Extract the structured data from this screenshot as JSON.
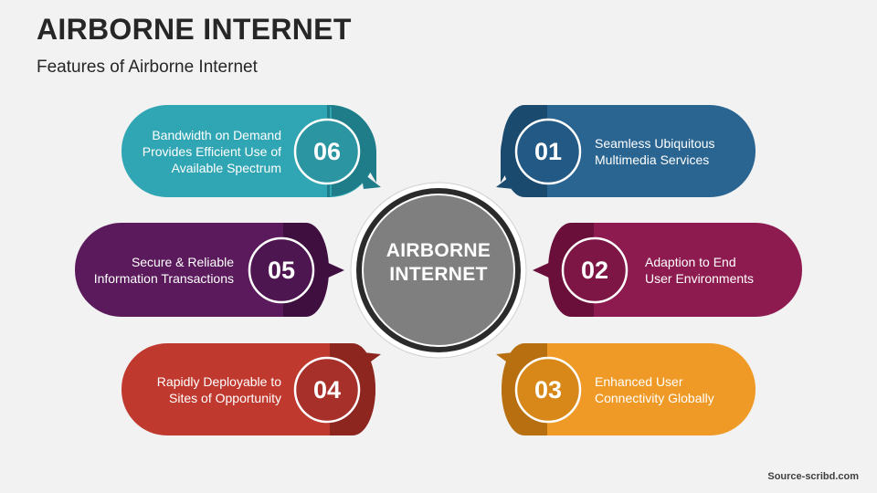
{
  "header": {
    "title": "AIRBORNE INTERNET",
    "subtitle": "Features of Airborne Internet"
  },
  "center": {
    "line1": "AIRBORNE",
    "line2": "INTERNET",
    "color": "#7f7f7f"
  },
  "features": [
    {
      "number": "01",
      "line1": "Seamless Ubiquitous",
      "line2": "Multimedia Services",
      "color": "#2a6592"
    },
    {
      "number": "02",
      "line1": "Adaption to End",
      "line2": "User Environments",
      "color": "#8e1b50"
    },
    {
      "number": "03",
      "line1": "Enhanced User",
      "line2": "Connectivity Globally",
      "color": "#ef9a26"
    },
    {
      "number": "04",
      "line1": "Rapidly Deployable to",
      "line2": "Sites of Opportunity",
      "color": "#c0392f"
    },
    {
      "number": "05",
      "line1": "Secure & Reliable",
      "line2": "Information Transactions",
      "color": "#5a1a5b"
    },
    {
      "number": "06",
      "line1": "Bandwidth on Demand",
      "line2": "Provides Efficient Use of",
      "line3": "Available Spectrum",
      "color": "#30a5b3"
    }
  ],
  "footer": {
    "credit": "Source-scribd.com"
  }
}
